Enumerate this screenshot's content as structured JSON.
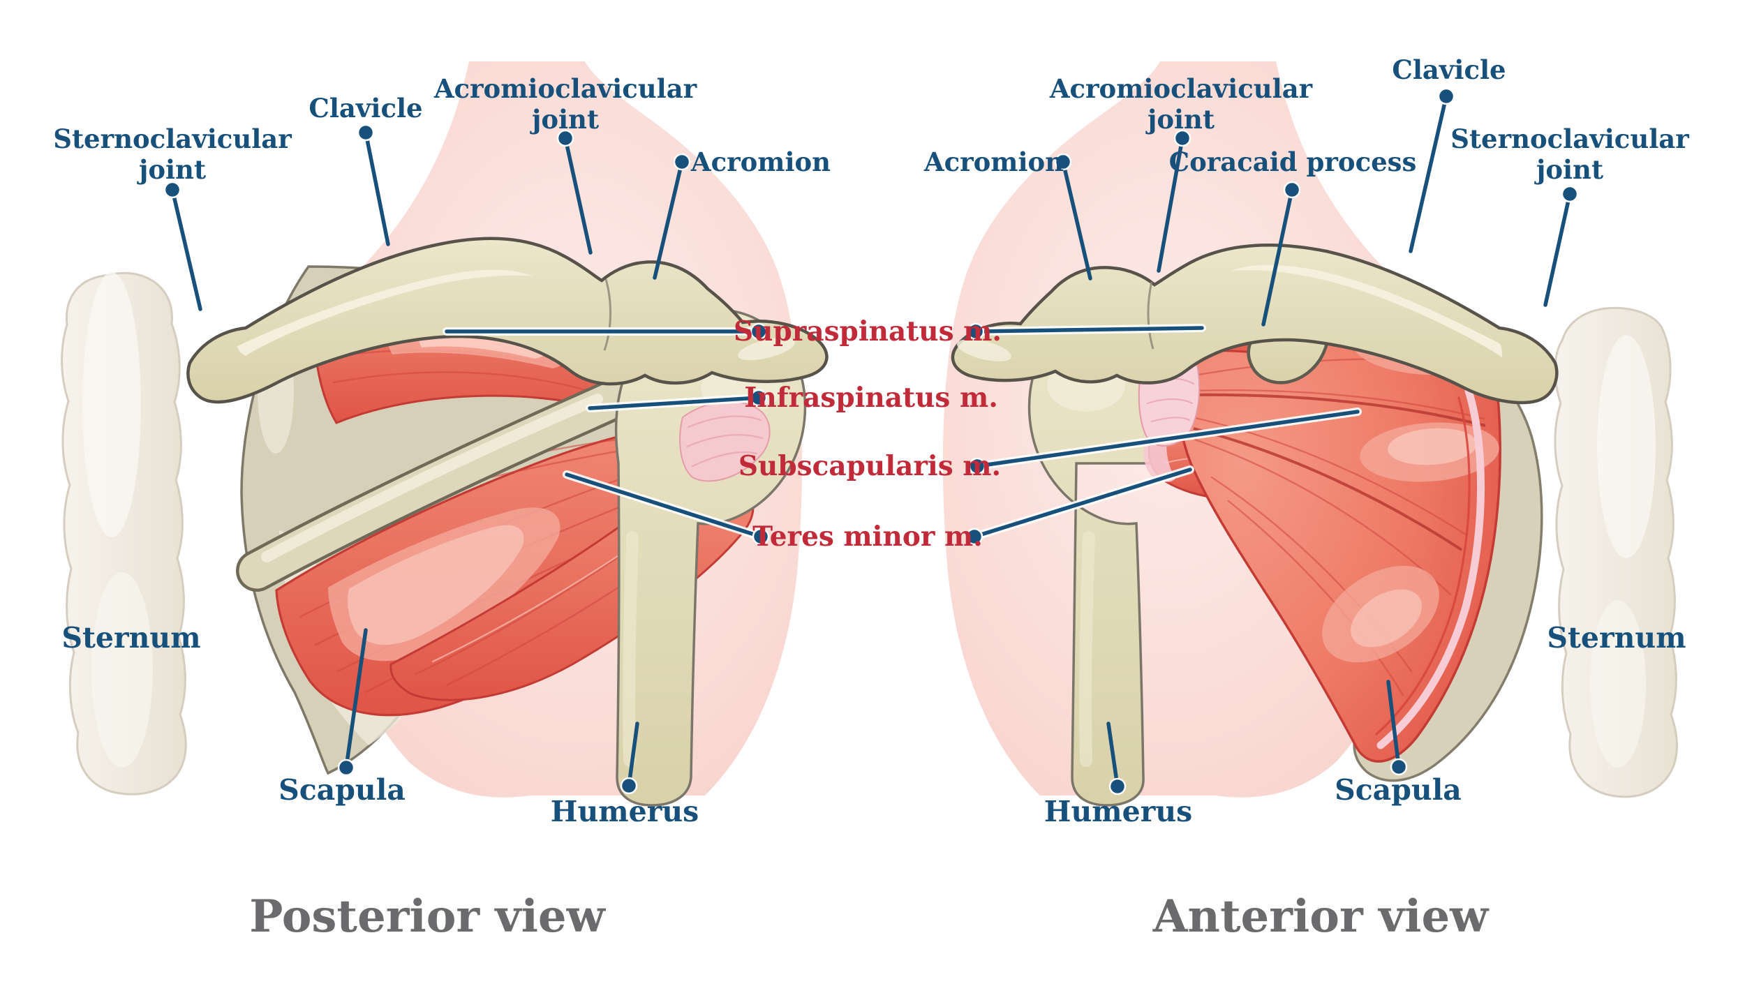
{
  "colors": {
    "label_navy": "#17507a",
    "muscle_label_red": "#c12a38",
    "title_gray": "#6b6b6d",
    "leader_line": "#17507a",
    "muscle_red": "#e2544a",
    "bone_beige": "#ded7b9",
    "sternum_white": "#f3f0e8",
    "background_pink": "#f9d6d0"
  },
  "posterior": {
    "view_title": "Posterior view",
    "labels": {
      "sternoclavicular_1": "Sternoclavicular",
      "sternoclavicular_2": "joint",
      "clavicle": "Clavicle",
      "acromioclavicular_1": "Acromioclavicular",
      "acromioclavicular_2": "joint",
      "acromion": "Acromion",
      "sternum": "Sternum",
      "scapula": "Scapula",
      "humerus": "Humerus"
    }
  },
  "anterior": {
    "view_title": "Anterior view",
    "labels": {
      "acromion": "Acromion",
      "acromioclavicular_1": "Acromioclavicular",
      "acromioclavicular_2": "joint",
      "coracaid_process": "Coracaid process",
      "clavicle": "Clavicle",
      "sternoclavicular_1": "Sternoclavicular",
      "sternoclavicular_2": "joint",
      "humerus": "Humerus",
      "scapula": "Scapula",
      "sternum": "Sternum"
    }
  },
  "muscle_labels": {
    "supraspinatus": "Supraspinatus m.",
    "infraspinatus": "Infraspinatus m.",
    "subscapularis": "Subscapularis m.",
    "teres_minor": "Teres minor m."
  }
}
